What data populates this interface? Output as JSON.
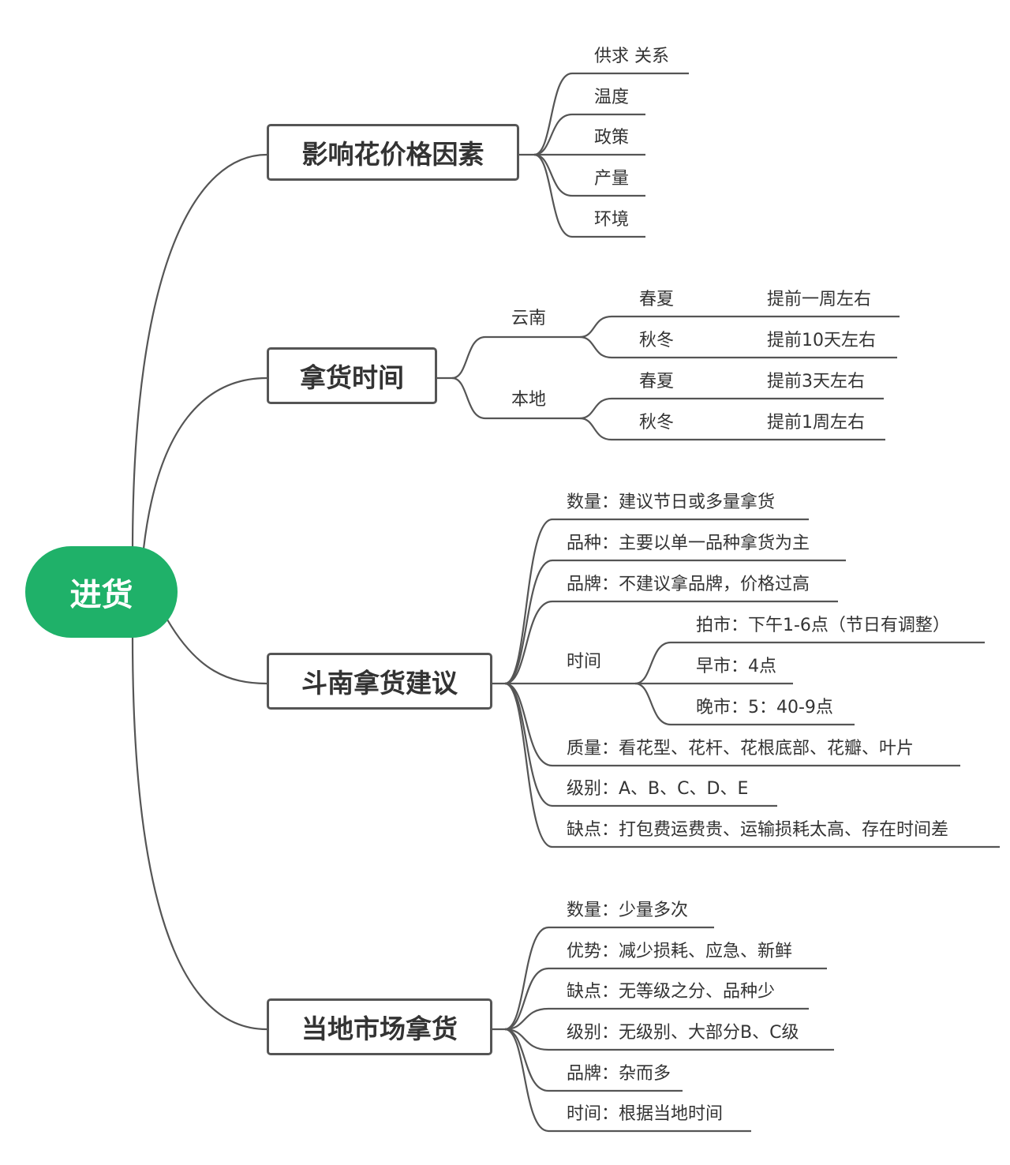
{
  "root": {
    "label": "进货",
    "color": "#1fb169"
  },
  "branches": [
    {
      "label": "影响花价格因素",
      "items": [
        "供求 关系",
        "温度",
        "政策",
        "产量",
        "环境"
      ]
    },
    {
      "label": "拿货时间",
      "groups": [
        {
          "label": "云南",
          "items": [
            {
              "season": "春夏",
              "time": "提前一周左右"
            },
            {
              "season": "秋冬",
              "time": "提前10天左右"
            }
          ]
        },
        {
          "label": "本地",
          "items": [
            {
              "season": "春夏",
              "time": "提前3天左右"
            },
            {
              "season": "秋冬",
              "time": "提前1周左右"
            }
          ]
        }
      ]
    },
    {
      "label": "斗南拿货建议",
      "items": [
        "数量：建议节日或多量拿货",
        "品种：主要以单一品种拿货为主",
        "品牌：不建议拿品牌，价格过高",
        "时间",
        "质量：看花型、花杆、花根底部、花瓣、叶片",
        "级别：A、B、C、D、E",
        "缺点：打包费运费贵、运输损耗太高、存在时间差"
      ],
      "time_items": [
        "拍市：下午1-6点（节日有调整）",
        "早市：4点",
        "晚市：5：40-9点"
      ]
    },
    {
      "label": "当地市场拿货",
      "items": [
        "数量：少量多次",
        "优势：减少损耗、应急、新鲜",
        "缺点：无等级之分、品种少",
        "级别：无级别、大部分B、C级",
        "品牌：杂而多",
        "时间：根据当地时间"
      ]
    }
  ]
}
